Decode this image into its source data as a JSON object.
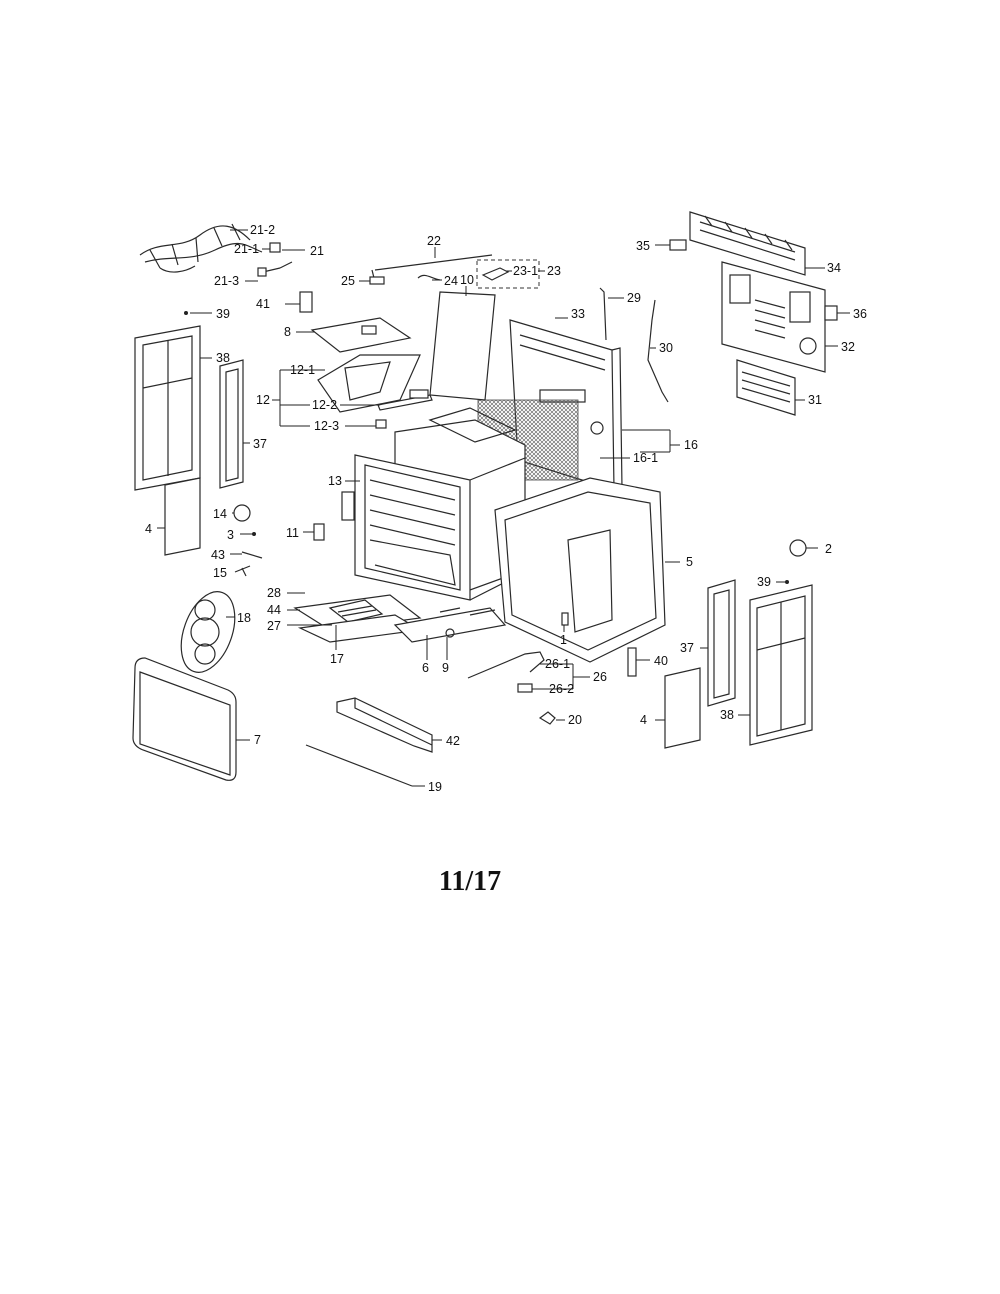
{
  "page_number": "11/17",
  "callouts": {
    "c21_2": "21-2",
    "c21_1": "21-1",
    "c21": "21",
    "c21_3": "21-3",
    "c22": "22",
    "c25": "25",
    "c24": "24",
    "c23_1": "23-1",
    "c23": "23",
    "c35": "35",
    "c34": "34",
    "c29": "29",
    "c33": "33",
    "c36": "36",
    "c41": "41",
    "c39a": "39",
    "c8": "8",
    "c30": "30",
    "c32": "32",
    "c38a": "38",
    "c10": "10",
    "c12_1": "12-1",
    "c12": "12",
    "c12_2": "12-2",
    "c12_3": "12-3",
    "c31": "31",
    "c37a": "37",
    "c16": "16",
    "c16_1": "16-1",
    "c13": "13",
    "c14": "14",
    "c4a": "4",
    "c3": "3",
    "c11": "11",
    "c2": "2",
    "c43": "43",
    "c15": "15",
    "c5": "5",
    "c39b": "39",
    "c28": "28",
    "c44": "44",
    "c27": "27",
    "c18": "18",
    "c1": "1",
    "c17": "17",
    "c6": "6",
    "c9": "9",
    "c26_1": "26-1",
    "c26": "26",
    "c26_2": "26-2",
    "c40": "40",
    "c37b": "37",
    "c7": "7",
    "c20": "20",
    "c4b": "4",
    "c38b": "38",
    "c42": "42",
    "c19": "19"
  }
}
